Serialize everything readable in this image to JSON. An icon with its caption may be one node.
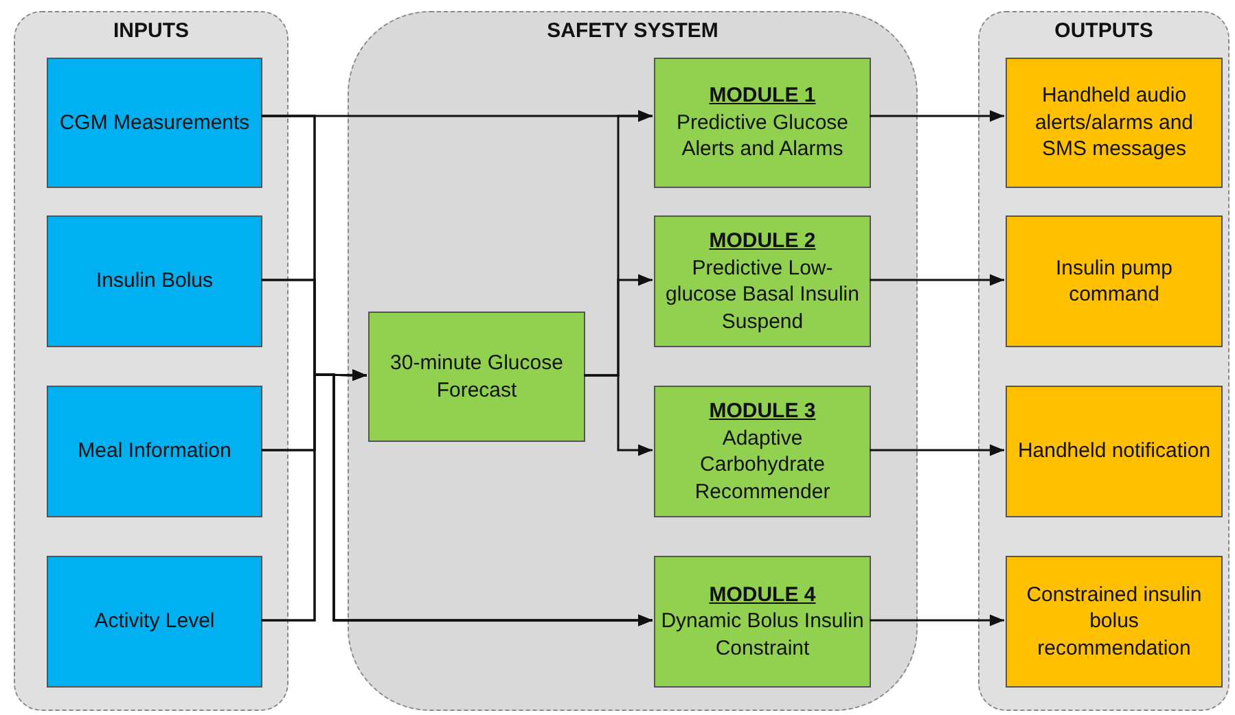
{
  "diagram": {
    "nodes": [
      {
        "text": [
          "INPUTS"
        ]
      },
      {
        "text": [
          "CGM Measurements"
        ],
        "in": 0
      },
      {
        "text": [
          "Insulin Bolus"
        ],
        "in": 0
      },
      {
        "text": [
          "Meal Information"
        ],
        "in": 0
      },
      {
        "text": [
          "Activity Level"
        ],
        "in": 0
      },
      {
        "text": [
          "SAFETY SYSTEM"
        ]
      },
      {
        "text": [
          "30-minute Glucose Forecast"
        ],
        "in": 5
      },
      {
        "text": [
          "MODULE 1",
          "Predictive Glucose Alerts and Alarms"
        ],
        "in": 5
      },
      {
        "text": [
          "MODULE 2",
          "Predictive Low-glucose Basal Insulin Suspend"
        ],
        "in": 5
      },
      {
        "text": [
          "MODULE 3",
          "Adaptive Carbohydrate Recommender"
        ],
        "in": 5
      },
      {
        "text": [
          "MODULE 4",
          "Dynamic Bolus Insulin Constraint"
        ],
        "in": 5
      },
      {
        "text": [
          "OUTPUTS"
        ]
      },
      {
        "text": [
          "Handheld audio alerts/alarms and SMS messages"
        ],
        "in": 11
      },
      {
        "text": [
          "Insulin pump command"
        ],
        "in": 11
      },
      {
        "text": [
          "Handheld notification"
        ],
        "in": 11
      },
      {
        "text": [
          "Constrained insulin bolus recommendation"
        ],
        "in": 11
      }
    ],
    "edges": [
      {
        "from": 1,
        "to": 7,
        "arrow": "to"
      },
      {
        "from": 1,
        "to": 6,
        "arrow": "to"
      },
      {
        "from": 2,
        "to": 6,
        "arrow": "to"
      },
      {
        "from": 3,
        "to": 6,
        "arrow": "to"
      },
      {
        "from": 4,
        "to": 6,
        "arrow": "to"
      },
      {
        "from": 1,
        "to": 10,
        "arrow": "to"
      },
      {
        "from": 2,
        "to": 10,
        "arrow": "to"
      },
      {
        "from": 3,
        "to": 10,
        "arrow": "to"
      },
      {
        "from": 4,
        "to": 10,
        "arrow": "to"
      },
      {
        "from": 6,
        "to": 7,
        "arrow": "to"
      },
      {
        "from": 6,
        "to": 8,
        "arrow": "to"
      },
      {
        "from": 6,
        "to": 9,
        "arrow": "to"
      },
      {
        "from": 7,
        "to": 12,
        "arrow": "to"
      },
      {
        "from": 8,
        "to": 13,
        "arrow": "to"
      },
      {
        "from": 9,
        "to": 14,
        "arrow": "to"
      },
      {
        "from": 10,
        "to": 15,
        "arrow": "to"
      }
    ]
  }
}
